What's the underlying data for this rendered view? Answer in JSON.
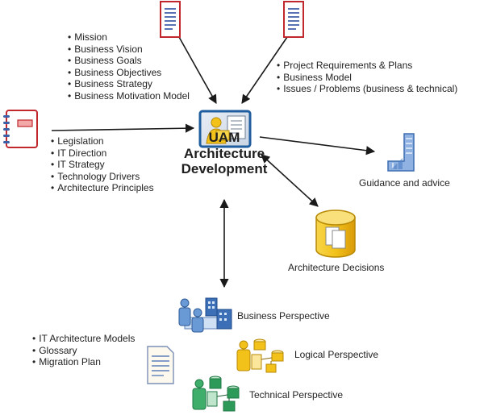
{
  "center": {
    "lines": [
      "UAM",
      "Architecture",
      "Development"
    ]
  },
  "inputs_top_left": [
    "Mission",
    "Business Vision",
    "Business Goals",
    "Business Objectives",
    "Business Strategy",
    "Business Motivation Model"
  ],
  "inputs_top_right": [
    "Project Requirements & Plans",
    "Business Model",
    "Issues / Problems (business & technical)"
  ],
  "inputs_left": [
    "Legislation",
    "IT Direction",
    "IT Strategy",
    "Technology Drivers",
    "Architecture Principles"
  ],
  "outputs": {
    "guidance": "Guidance and advice",
    "decisions": "Architecture Decisions",
    "perspectives": [
      "Business Perspective",
      "Logical Perspective",
      "Technical Perspective"
    ],
    "deliverables": [
      "IT Architecture Models",
      "Glossary",
      "Migration Plan"
    ]
  },
  "icons": {
    "document-top-left": "document-icon",
    "document-top-right": "document-icon",
    "notebook-left": "notebook-icon",
    "center": "architect-icon",
    "guidance": "ruler-icon",
    "decisions": "database-icon",
    "deliverables": "document-icon",
    "business": "business-people-icon",
    "logical": "logical-model-icon",
    "technical": "technical-model-icon"
  },
  "colors": {
    "doc_accent": "#c0282d",
    "arrow": "#1a1a1a",
    "center_frame": "#1f5d9e",
    "db": "#f2c21b",
    "ruler": "#4b7fc4",
    "green": "#2e9a5a"
  }
}
